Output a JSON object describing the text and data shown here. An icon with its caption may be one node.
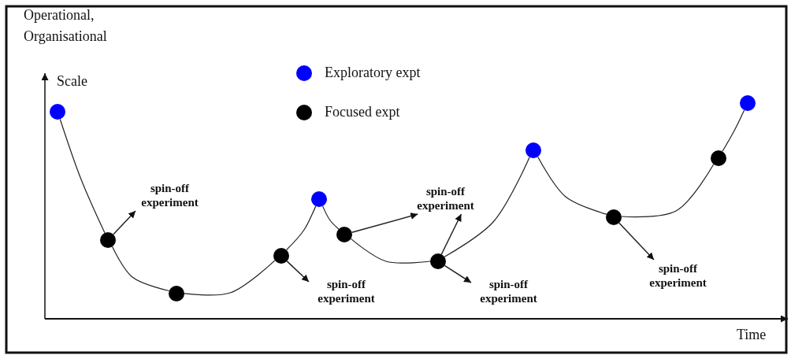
{
  "diagram": {
    "nodes": [
      {
        "text": [],
        "shape": "circle"
      },
      {
        "text": [],
        "shape": "circle"
      },
      {
        "text": [],
        "shape": "circle"
      },
      {
        "text": [],
        "shape": "circle"
      },
      {
        "text": [],
        "shape": "circle"
      },
      {
        "text": [],
        "shape": "circle"
      },
      {
        "text": [],
        "shape": "circle"
      },
      {
        "text": [],
        "shape": "circle"
      },
      {
        "text": [],
        "shape": "circle"
      },
      {
        "text": [],
        "shape": "circle"
      },
      {
        "text": [],
        "shape": "circle"
      },
      {
        "text": [
          "spin-off experiment"
        ]
      },
      {
        "text": [
          "spin-off experiment"
        ]
      },
      {
        "text": [
          "spin-off experiment"
        ]
      },
      {
        "text": [
          "spin-off experiment"
        ]
      },
      {
        "text": [
          "spin-off experiment"
        ]
      }
    ],
    "edges": [
      {
        "from": 0,
        "to": 1,
        "arrow": "none"
      },
      {
        "from": 1,
        "to": 2,
        "arrow": "none"
      },
      {
        "from": 2,
        "to": 3,
        "arrow": "none"
      },
      {
        "from": 3,
        "to": 4,
        "arrow": "none"
      },
      {
        "from": 4,
        "to": 5,
        "arrow": "none"
      },
      {
        "from": 5,
        "to": 6,
        "arrow": "none"
      },
      {
        "from": 6,
        "to": 7,
        "arrow": "none"
      },
      {
        "from": 7,
        "to": 8,
        "arrow": "none"
      },
      {
        "from": 8,
        "to": 9,
        "arrow": "none"
      },
      {
        "from": 9,
        "to": 10,
        "arrow": "none"
      },
      {
        "from": 1,
        "to": 11,
        "arrow": "to"
      },
      {
        "from": 3,
        "to": 12,
        "arrow": "to"
      },
      {
        "from": 5,
        "to": 13,
        "arrow": "to"
      },
      {
        "from": 6,
        "to": 13,
        "arrow": "to"
      },
      {
        "from": 6,
        "to": 14,
        "arrow": "to"
      },
      {
        "from": 8,
        "to": 15,
        "arrow": "to"
      }
    ],
    "labels": [
      "Operational, Organisational",
      "Scale",
      "Time"
    ],
    "legend": [
      {
        "text": "Exploratory expt",
        "color": "#0000ff"
      },
      {
        "text": "Focused expt",
        "color": "#000000"
      }
    ]
  }
}
